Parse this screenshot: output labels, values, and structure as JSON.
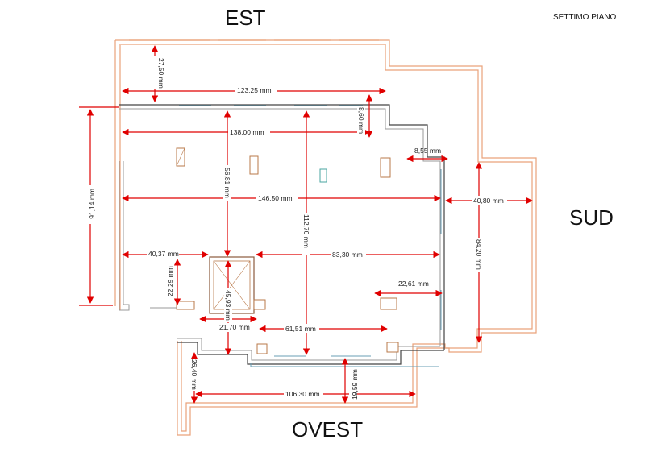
{
  "orientation": {
    "north_label": "EST",
    "east_label": "SUD",
    "south_label": "OVEST"
  },
  "floor_label": "SETTIMO PIANO",
  "dimensions": {
    "d_27_50": "27,50 mm",
    "d_123_25": "123,25 mm",
    "d_8_60": "8,60 mm",
    "d_138_00": "138,00 mm",
    "d_8_55": "8,55 mm",
    "d_91_14": "91,14 mm",
    "d_56_81": "56,81 mm",
    "d_112_70": "112,70 mm",
    "d_146_50": "146,50 mm",
    "d_40_80": "40,80 mm",
    "d_84_20": "84,20 mm",
    "d_40_37": "40,37 mm",
    "d_83_30": "83,30 mm",
    "d_22_29": "22,29 mm",
    "d_45_93": "45,93 mm",
    "d_22_61": "22,61 mm",
    "d_21_70": "21,70 mm",
    "d_61_51": "61,51 mm",
    "d_26_40": "26,40 mm",
    "d_106_30": "106,30 mm",
    "d_19_59": "19,59 mm"
  },
  "colors": {
    "dimension_line": "#e00000",
    "outer_wall": "#e9a27a",
    "inner_wall": "#444444",
    "window": "#6a9fb5",
    "column": "#b9794a"
  }
}
